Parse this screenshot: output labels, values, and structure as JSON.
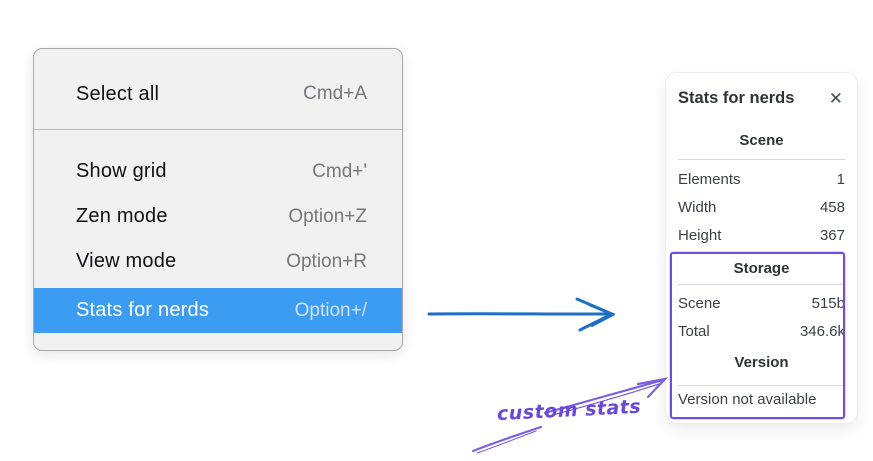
{
  "menu": {
    "sections": [
      {
        "items": [
          {
            "label": "Select all",
            "shortcut": "Cmd+A"
          }
        ]
      },
      {
        "items": [
          {
            "label": "Show grid",
            "shortcut": "Cmd+'"
          },
          {
            "label": "Zen mode",
            "shortcut": "Option+Z"
          },
          {
            "label": "View mode",
            "shortcut": "Option+R"
          },
          {
            "label": "Stats for nerds",
            "shortcut": "Option+/",
            "highlighted": true
          }
        ]
      }
    ]
  },
  "stats_panel": {
    "title": "Stats for nerds",
    "icons": {
      "close": "✕"
    },
    "sections": [
      {
        "header": "Scene",
        "rows": [
          {
            "label": "Elements",
            "value": "1"
          },
          {
            "label": "Width",
            "value": "458"
          },
          {
            "label": "Height",
            "value": "367"
          }
        ]
      },
      {
        "header": "Storage",
        "rows": [
          {
            "label": "Scene",
            "value": "515b"
          },
          {
            "label": "Total",
            "value": "346.6k"
          }
        ]
      },
      {
        "header": "Version",
        "note": "Version not available"
      }
    ]
  },
  "annotations": {
    "custom_stats_label": "custom stats",
    "colors": {
      "highlight_blue": "#3b9cf2",
      "arrow_blue": "#1e6fc5",
      "annotation_purple": "#6f4fd8"
    }
  }
}
